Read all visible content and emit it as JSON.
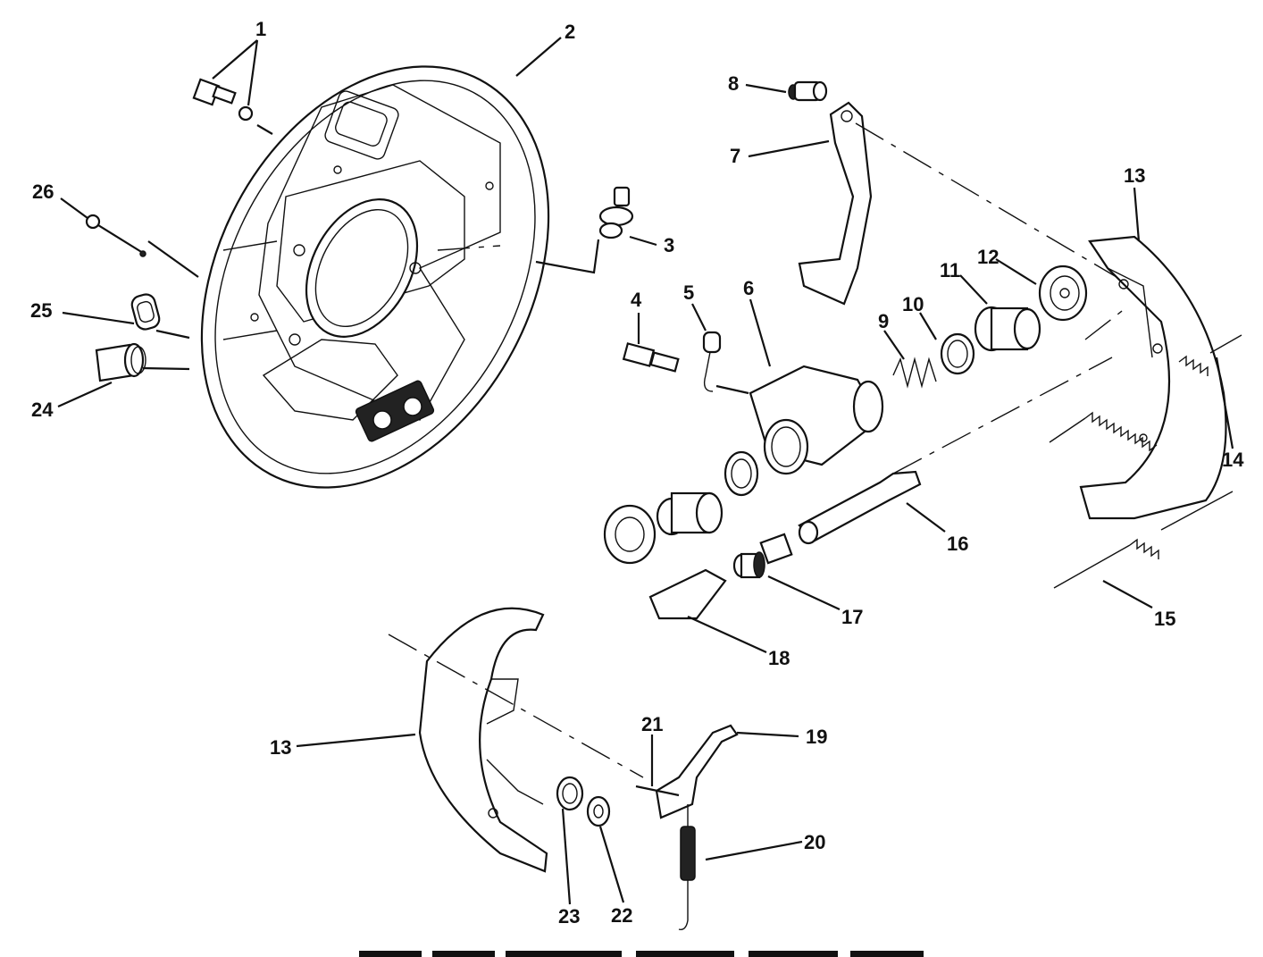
{
  "callouts": {
    "c1": "1",
    "c2": "2",
    "c3": "3",
    "c4": "4",
    "c5": "5",
    "c6": "6",
    "c7": "7",
    "c8": "8",
    "c9": "9",
    "c10": "10",
    "c11": "11",
    "c12": "12",
    "c13a": "13",
    "c13b": "13",
    "c14": "14",
    "c15": "15",
    "c16": "16",
    "c17": "17",
    "c18": "18",
    "c19": "19",
    "c20": "20",
    "c21": "21",
    "c22": "22",
    "c23": "23",
    "c24": "24",
    "c25": "25",
    "c26": "26"
  }
}
